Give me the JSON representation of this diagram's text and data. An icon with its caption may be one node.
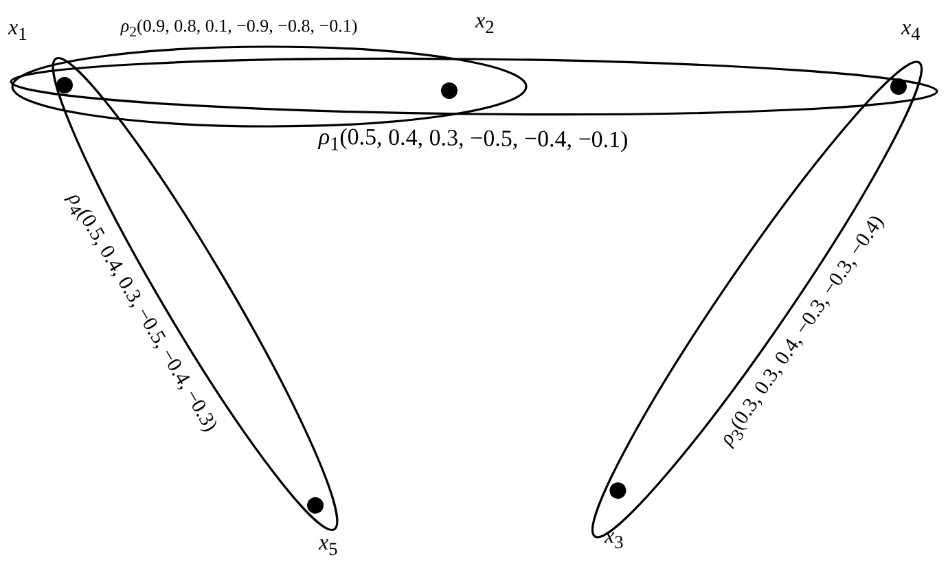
{
  "diagram": {
    "nodes": [
      {
        "text": [
          "*ρ*$_{2}$(0.9, 0.8, 0.1, −0.9, −0.8, −0.1)"
        ]
      },
      {
        "text": [
          "*ρ*$_{1}$(0.5, 0.4, 0.3, −0.5, −0.4, −0.1)"
        ]
      },
      {
        "text": [
          "*ρ*$_{4}$(0.5, 0.4, 0.3, −0.5, −0.4, −0.3)"
        ]
      },
      {
        "text": [
          "*ρ*$_{3}$(0.3, 0.3, 0.4, −0.3, −0.3, −0.4)"
        ]
      },
      {
        "text": [],
        "shape": "circle"
      },
      {
        "text": [],
        "shape": "circle"
      },
      {
        "text": [],
        "shape": "circle"
      },
      {
        "text": [],
        "shape": "circle",
        "in": 2
      },
      {
        "text": [],
        "shape": "circle",
        "in": 3
      }
    ],
    "labels": [
      "*x*$_{1}$",
      "*x*$_{2}$",
      "*x*$_{4}$",
      "*x*$_{5}$",
      "*x*$_{3}$"
    ]
  }
}
